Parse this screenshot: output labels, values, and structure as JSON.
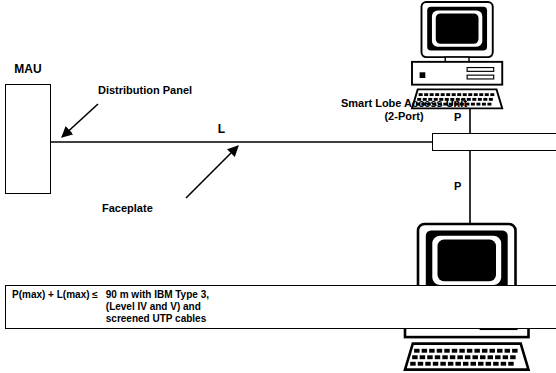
{
  "diagram": {
    "nodes": [
      {
        "text": [
          "MAU"
        ]
      },
      {
        "text": [
          "Smart Lobe Access Unit (2-Port)"
        ]
      },
      {
        "text": [
          "P(max) + L(max) ≤",
          "90 m with IBM Type 3, (Level IV and V) and screened UTP cables"
        ]
      }
    ],
    "edges": [
      {
        "from": 0,
        "to": 1,
        "label": "L",
        "arrow": "none"
      }
    ],
    "labels": [
      "Distribution Panel",
      "Faceplate",
      "P",
      "P"
    ]
  }
}
